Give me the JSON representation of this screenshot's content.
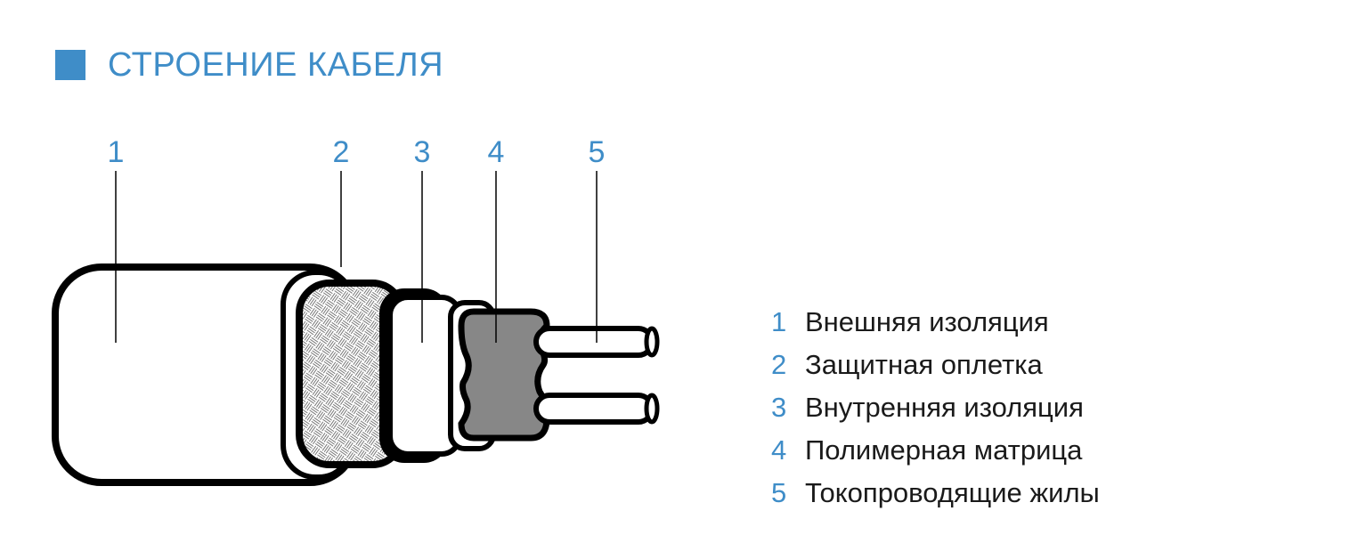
{
  "title": "СТРОЕНИЕ КАБЕЛЯ",
  "colors": {
    "accent": "#3f8dc8",
    "outline": "#000000",
    "matrix": "#878787",
    "text": "#1a1a1a"
  },
  "callouts": [
    "1",
    "2",
    "3",
    "4",
    "5"
  ],
  "legend": [
    {
      "num": "1",
      "label": "Внешняя изоляция"
    },
    {
      "num": "2",
      "label": "Защитная оплетка"
    },
    {
      "num": "3",
      "label": "Внутренняя изоляция"
    },
    {
      "num": "4",
      "label": "Полимерная матрица"
    },
    {
      "num": "5",
      "label": "Токопроводящие жилы"
    }
  ]
}
